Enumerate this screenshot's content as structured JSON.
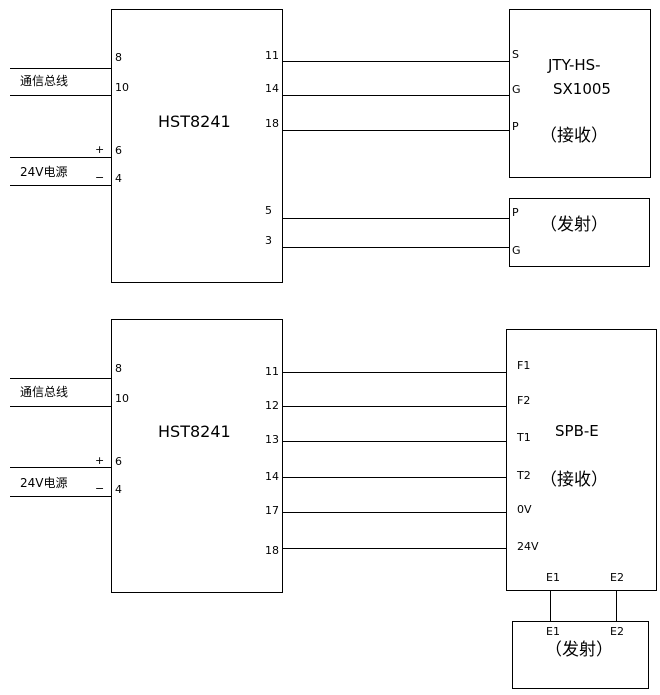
{
  "diagram1": {
    "controller": {
      "label": "HST8241",
      "left_pins": [
        "8",
        "10",
        "6",
        "4"
      ],
      "right_pins": [
        "11",
        "14",
        "18",
        "5",
        "3"
      ]
    },
    "bus_label": "通信总线",
    "power_label": "24V电源",
    "plus": "+",
    "minus": "−",
    "receiver": {
      "line1": "JTY-HS-",
      "line2": "SX1005",
      "role": "（接收）",
      "pins": [
        "S",
        "G",
        "P"
      ]
    },
    "emitter": {
      "role": "（发射）",
      "pins": [
        "P",
        "G"
      ]
    }
  },
  "diagram2": {
    "controller": {
      "label": "HST8241",
      "left_pins": [
        "8",
        "10",
        "6",
        "4"
      ],
      "right_pins": [
        "11",
        "12",
        "13",
        "14",
        "17",
        "18"
      ]
    },
    "bus_label": "通信总线",
    "power_label": "24V电源",
    "plus": "+",
    "minus": "−",
    "receiver": {
      "line1": "SPB-E",
      "role": "（接收）",
      "pins": [
        "F1",
        "F2",
        "T1",
        "T2",
        "0V",
        "24V"
      ],
      "bottom_pins": [
        "E1",
        "E2"
      ]
    },
    "emitter": {
      "role": "（发射）",
      "pins": [
        "E1",
        "E2"
      ]
    }
  }
}
